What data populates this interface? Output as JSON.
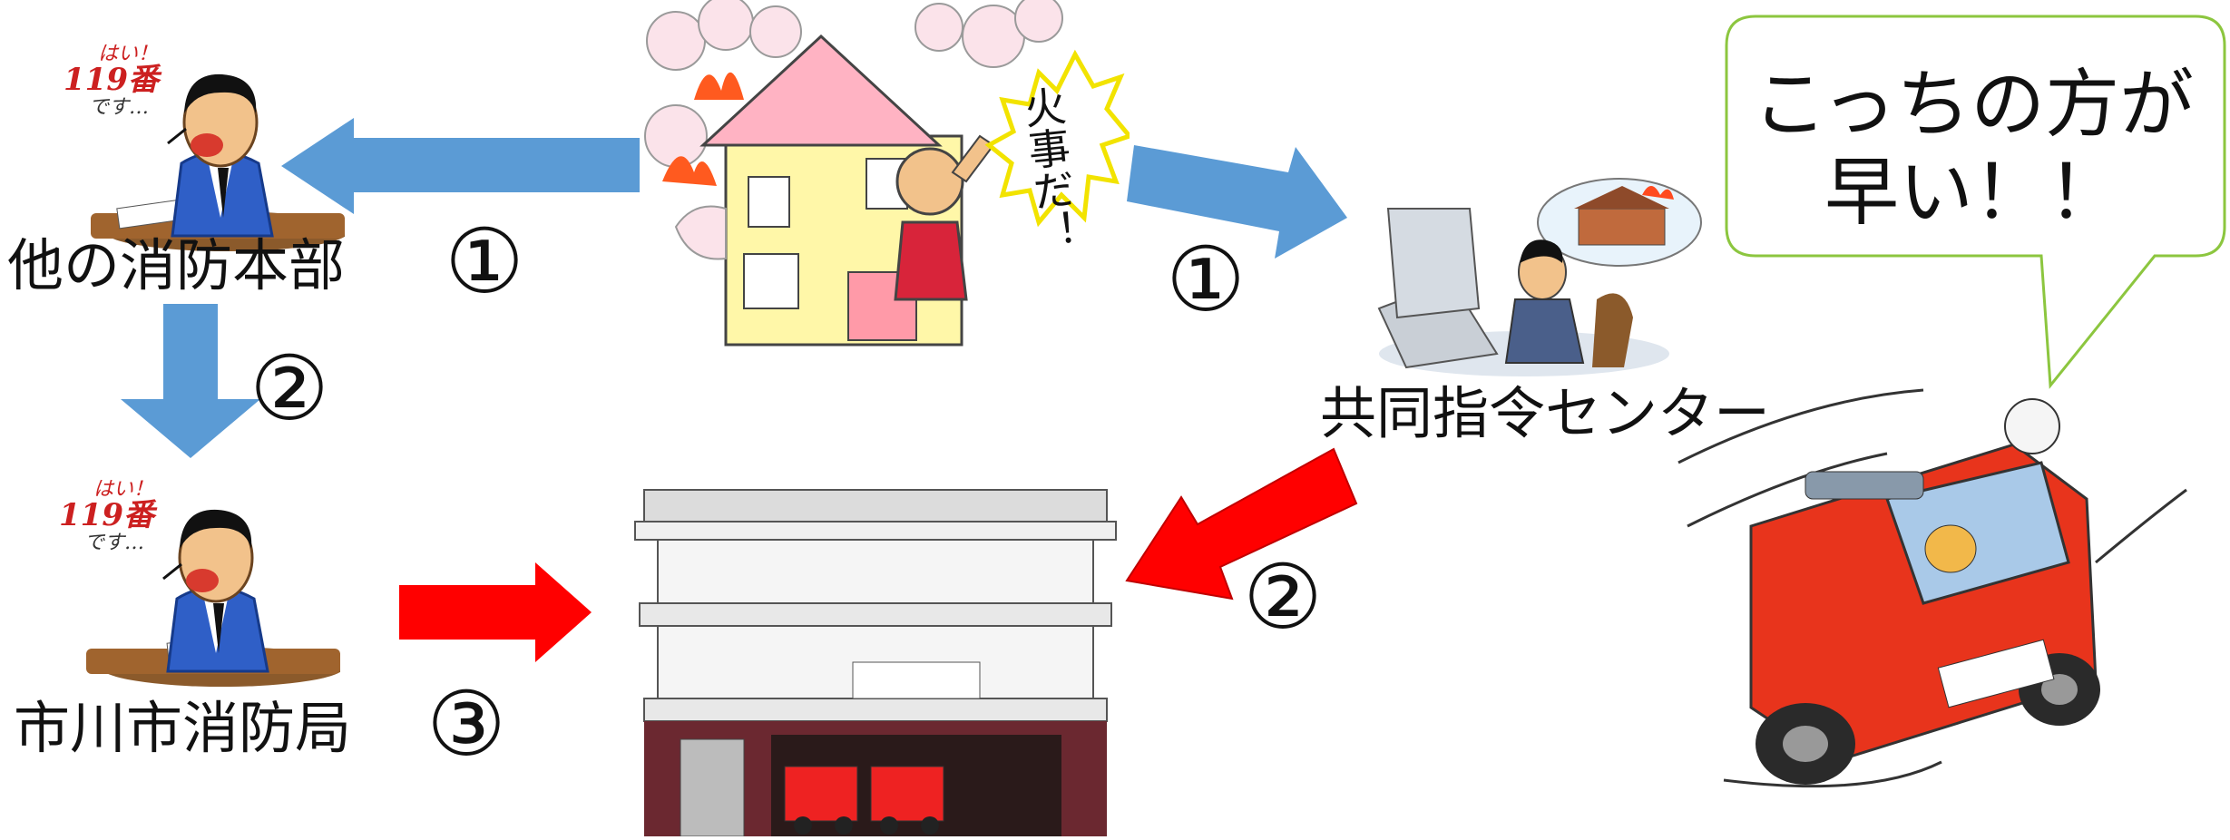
{
  "nodes": {
    "other_hq": "他の消防本部",
    "ichikawa": "市川市消防局",
    "center": "共同指令センター"
  },
  "steps": {
    "arrow_left_1": "①",
    "arrow_right_1": "①",
    "arrow_down_2": "②",
    "arrow_center_2": "②",
    "arrow_station_3": "③"
  },
  "operator_badge": {
    "line1": "はい！",
    "line2": "119番",
    "line3": "です…"
  },
  "fire_shout": "火事だ！",
  "speech_bubble": [
    "こっちの方が",
    "早い！！"
  ],
  "colors": {
    "blue_arrow": "#5b9bd5",
    "red_arrow": "#ff0000",
    "bubble_border": "#8cc63f"
  }
}
